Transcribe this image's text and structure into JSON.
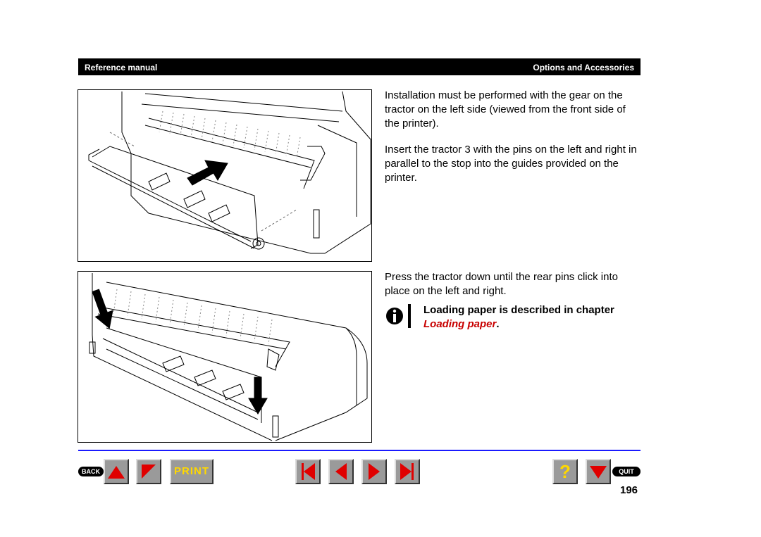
{
  "header": {
    "left_title": "Reference manual",
    "right_title": "Options and Accessories"
  },
  "body": {
    "para1": "Installation must be performed with the gear on the tractor on the left side (viewed from the front side of the printer).",
    "para2": "Insert the tractor 3 with the pins on the left and right in parallel to the stop into the guides provided on the printer.",
    "para3": "Press the tractor down until the rear pins click into place on the left and right.",
    "note_line1": "Loading paper is described in chapter",
    "note_link": "Loading paper",
    "note_period": "."
  },
  "nav": {
    "back_label": "BACK",
    "print_label": "PRINT",
    "help_label": "?",
    "quit_label": "QUIT"
  },
  "page_number": "196",
  "colors": {
    "accent_red": "#c80000",
    "rule_blue": "#1a1aff",
    "print_yellow": "#ffd800"
  }
}
